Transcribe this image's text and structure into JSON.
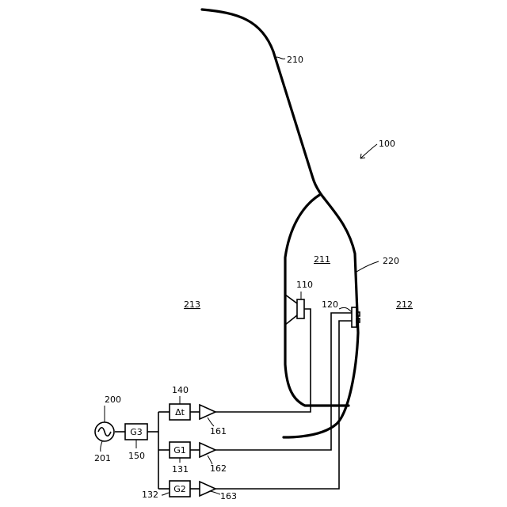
{
  "labels": {
    "figure_ref": "100",
    "outer_contour": "210",
    "inner_contour": "220",
    "region_inner": "211",
    "region_right": "212",
    "region_left": "213",
    "speaker": "110",
    "mic": "120",
    "source": "200",
    "source_out": "201",
    "block_g3_ref": "150",
    "block_dt_ref": "140",
    "block_g1_ref": "131",
    "block_g2_ref": "132",
    "amp1": "161",
    "amp2": "162",
    "amp3": "163"
  },
  "blocks": {
    "g3": "G3",
    "dt": "Δt",
    "g1": "G1",
    "g2": "G2"
  }
}
